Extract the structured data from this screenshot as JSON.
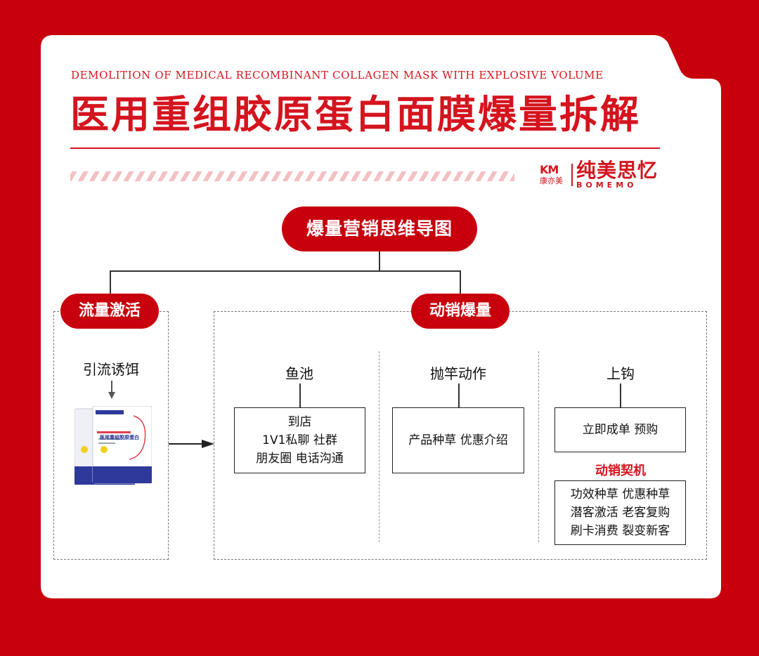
{
  "header": {
    "subtitle": "DEMOLITION OF MEDICAL RECOMBINANT COLLAGEN MASK WITH EXPLOSIVE VOLUME",
    "title": "医用重组胶原蛋白面膜爆量拆解"
  },
  "brand": {
    "mark": "KM",
    "mark_text": "康亦美",
    "name_cn": "纯美思忆",
    "name_en": "BOMEMO"
  },
  "mindmap": {
    "root": "爆量营销思维导图",
    "left_branch": {
      "title": "流量激活",
      "label": "引流诱饵",
      "product_text": "医用重组胶原蛋白"
    },
    "right_branch": {
      "title": "动销爆量",
      "columns": [
        {
          "label": "鱼池",
          "lines": [
            "到店",
            "1V1私聊 社群",
            "朋友圈 电话沟通"
          ]
        },
        {
          "label": "抛竿动作",
          "lines": [
            "产品种草 优惠介绍"
          ]
        },
        {
          "label": "上钩",
          "lines": [
            "立即成单 预购"
          ],
          "sub_label": "动销契机",
          "sub_lines": [
            "功效种草 优惠种草",
            "潜客激活 老客复购",
            "刷卡消费 裂变新客"
          ]
        }
      ]
    }
  },
  "colors": {
    "brand_red": "#c8000d",
    "accent_red": "#d4141e",
    "card": "#ffffff"
  }
}
